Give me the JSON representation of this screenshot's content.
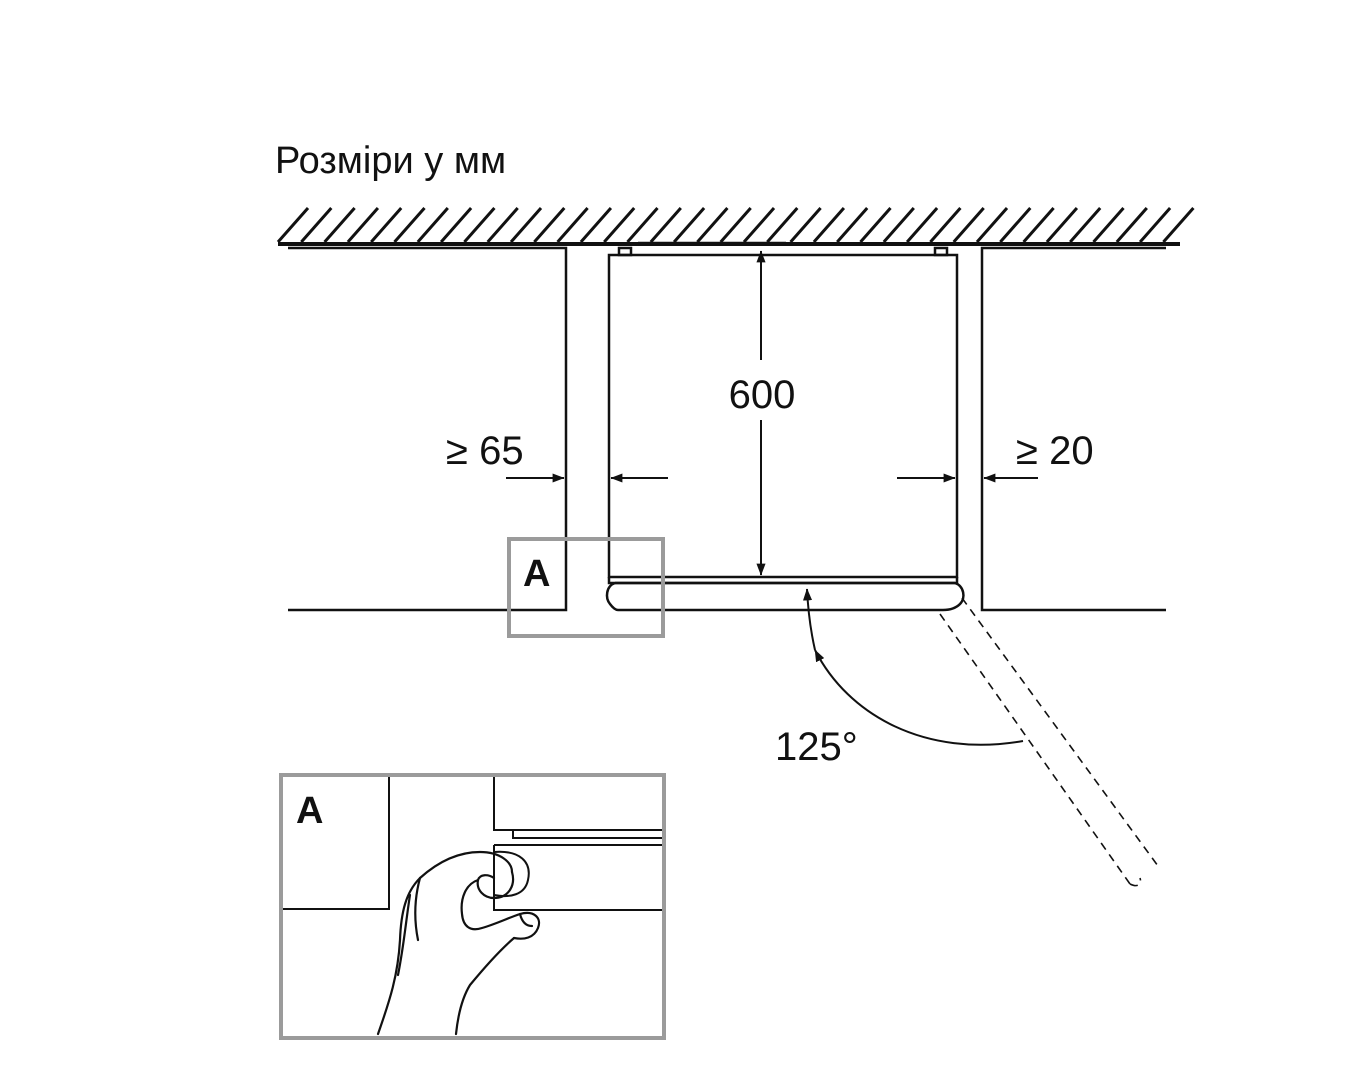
{
  "title": "Розміри у мм",
  "dimensions": {
    "depth": "600",
    "left_gap": "≥ 65",
    "right_gap": "≥ 20",
    "door_angle": "125°"
  },
  "detail": {
    "marker": "A",
    "inset_label": "A"
  },
  "colors": {
    "line": "#111111",
    "frame": "#9b9b9b",
    "background": "#ffffff"
  }
}
